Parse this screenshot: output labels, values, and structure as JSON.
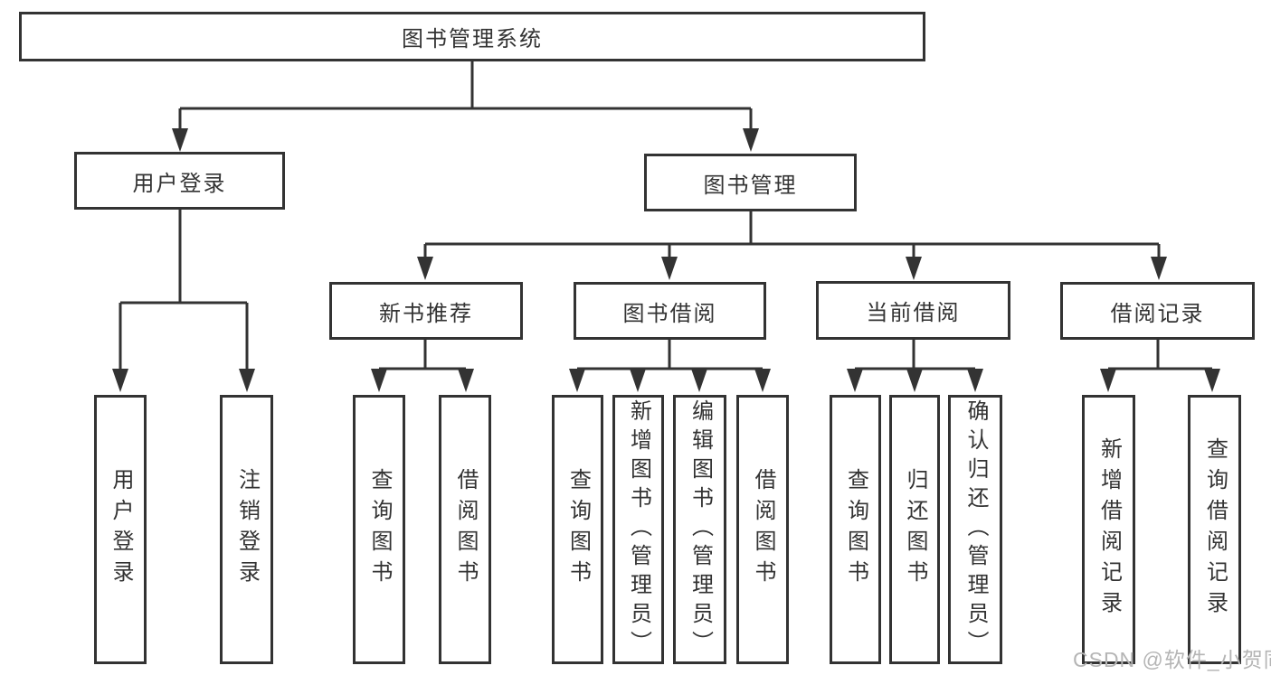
{
  "nodes": {
    "root": {
      "label": "图书管理系统"
    },
    "level2": [
      {
        "label": "用户登录"
      },
      {
        "label": "图书管理"
      }
    ],
    "level3": [
      {
        "label": "新书推荐"
      },
      {
        "label": "图书借阅"
      },
      {
        "label": "当前借阅"
      },
      {
        "label": "借阅记录"
      }
    ],
    "leaves": {
      "user_login": [
        "用户登录",
        "注销登录"
      ],
      "new_book_rec": [
        "查询图书",
        "借阅图书"
      ],
      "book_borrow": [
        "查询图书",
        "新增图书（管理员）",
        "编辑图书（管理员）",
        "借阅图书"
      ],
      "current_borrow": [
        "查询图书",
        "归还图书",
        "确认归还（管理员）"
      ],
      "borrow_records": [
        "新增借阅记录",
        "查询借阅记录"
      ]
    }
  },
  "watermark": {
    "text": "CSDN @软件_小贺同学"
  },
  "colors": {
    "line": "#333333",
    "box_border": "#333333",
    "text": "#333333",
    "watermark": "#b5b5b5",
    "background": "#ffffff"
  }
}
